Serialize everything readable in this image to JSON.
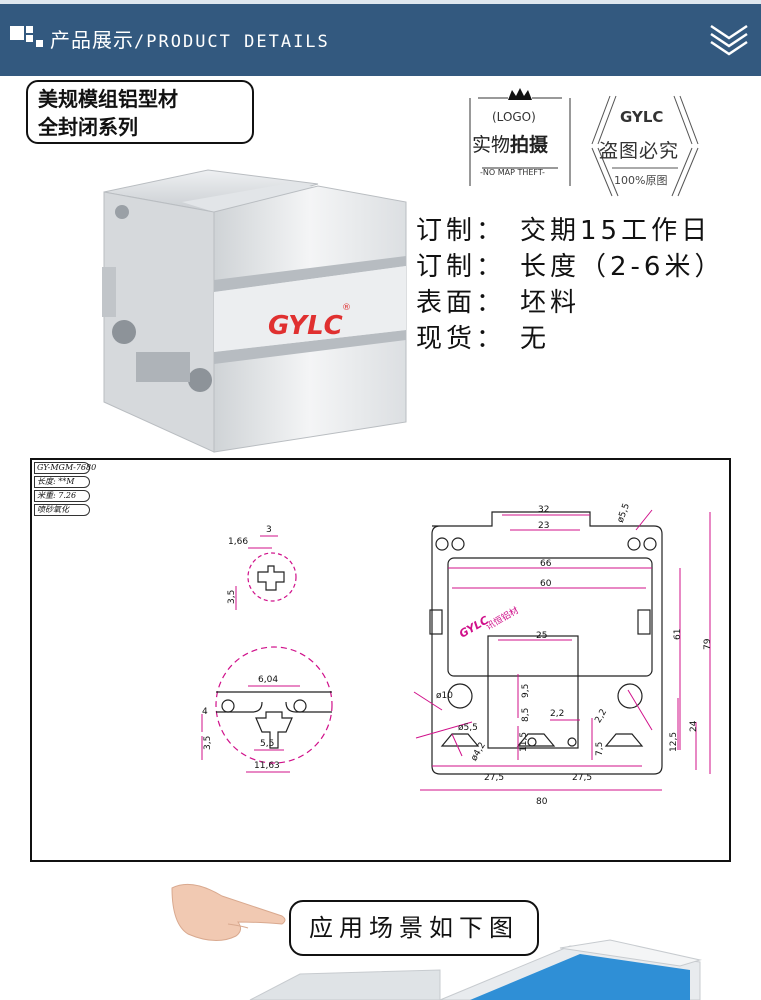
{
  "header": {
    "title_cn": "产品展示",
    "title_sep": "/",
    "title_en": "PRODUCT DETAILS",
    "bg_color": "#33597f",
    "decor_icon": "squares-icon",
    "menu_icon": "double-chevron-down-icon"
  },
  "series": {
    "line1": "美规模组铝型材",
    "line2": "全封闭系列"
  },
  "product_image": {
    "brand_mark": "GYLC",
    "registered": "®"
  },
  "stamps": {
    "real_photo": {
      "logo": "(LOGO)",
      "main_normal": "实物",
      "main_bold": "拍摄",
      "sub": "-NO MAP THEFT-"
    },
    "anti_theft": {
      "brand": "GYLC",
      "main": "盗图必究",
      "sub": "100%原图"
    }
  },
  "specs": [
    {
      "key": "订制：",
      "value": "交期15工作日"
    },
    {
      "key": "订制：",
      "value": "长度（2-6米）"
    },
    {
      "key": "表面：",
      "value": "坯料"
    },
    {
      "key": "现货：",
      "value": "无"
    }
  ],
  "drawing": {
    "meta": [
      "GY-MGM-7680",
      "长度: **M",
      "米重: 7.26",
      "喷砂氧化"
    ],
    "slot_detail_small": [
      "1,66",
      "3",
      "3,5"
    ],
    "slot_detail_large": [
      "6,04",
      "4",
      "3,5",
      "5,5",
      "11,63"
    ],
    "dims_top": [
      "32",
      "23",
      "66",
      "60",
      "25"
    ],
    "dims_side": [
      "61",
      "79",
      "24",
      "12,5"
    ],
    "dims_bottom": [
      "27,5",
      "27,5",
      "80"
    ],
    "dims_inner": [
      "ø5,5",
      "ø10",
      "9,5",
      "8,5",
      "2,2",
      "2,2",
      "ø5,5",
      "11,5",
      "7,5",
      "ø4,2"
    ],
    "logo_text": "GYLC",
    "logo_cn": "讯恒铝材",
    "line_color": "#d0108a"
  },
  "scene": {
    "label": "应用场景如下图"
  }
}
